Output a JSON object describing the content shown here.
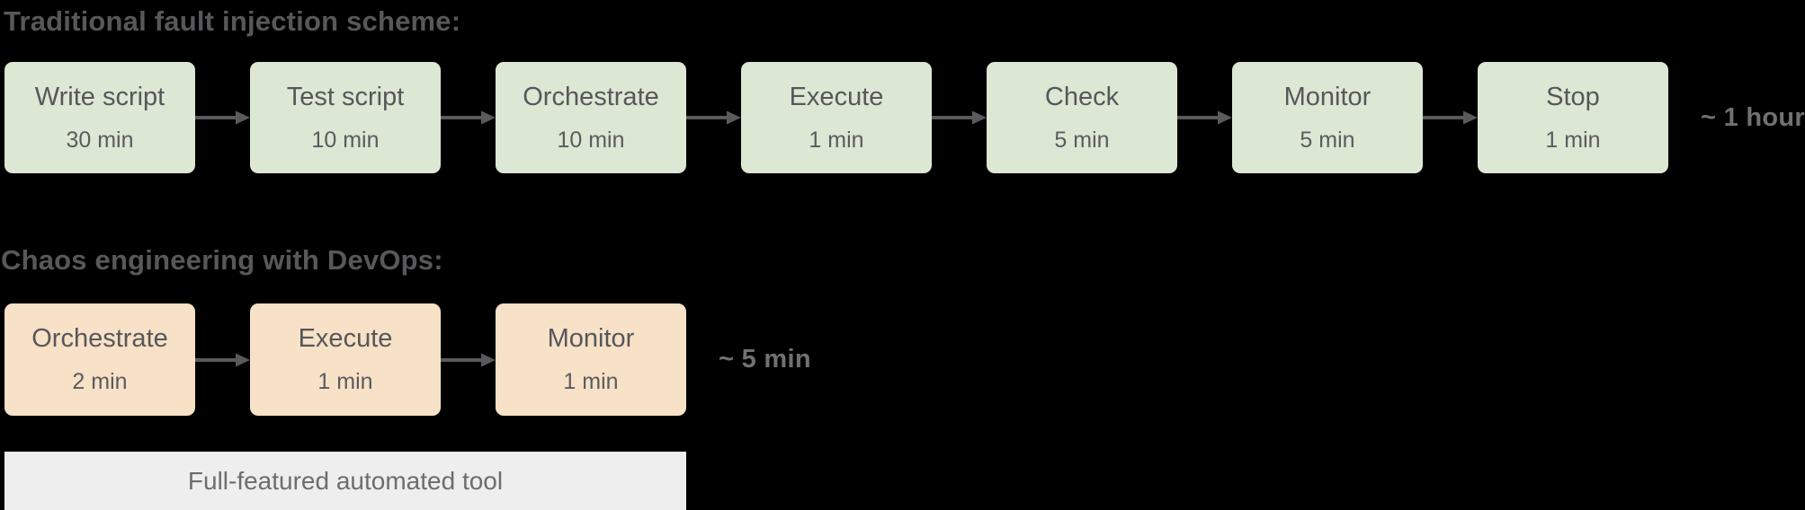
{
  "colors": {
    "background": "#000000",
    "step_green": "#dce7d4",
    "step_orange": "#f7e1c7",
    "footer_gray": "#eeeeee",
    "heading_text": "#58585a",
    "step_text": "#57575a",
    "arrow": "#5a5a5c",
    "total_text": "#717173"
  },
  "flows": [
    {
      "heading": "Traditional fault injection scheme:",
      "total": "~ 1 hour",
      "steps": [
        {
          "label": "Write script",
          "duration": "30 min"
        },
        {
          "label": "Test script",
          "duration": "10 min"
        },
        {
          "label": "Orchestrate",
          "duration": "10 min"
        },
        {
          "label": "Execute",
          "duration": "1 min"
        },
        {
          "label": "Check",
          "duration": "5 min"
        },
        {
          "label": "Monitor",
          "duration": "5 min"
        },
        {
          "label": "Stop",
          "duration": "1 min"
        }
      ]
    },
    {
      "heading": "Chaos engineering with DevOps:",
      "total": "~ 5 min",
      "steps": [
        {
          "label": "Orchestrate",
          "duration": "2 min"
        },
        {
          "label": "Execute",
          "duration": "1 min"
        },
        {
          "label": "Monitor",
          "duration": "1 min"
        }
      ]
    }
  ],
  "footer": {
    "label": "Full-featured automated tool"
  }
}
